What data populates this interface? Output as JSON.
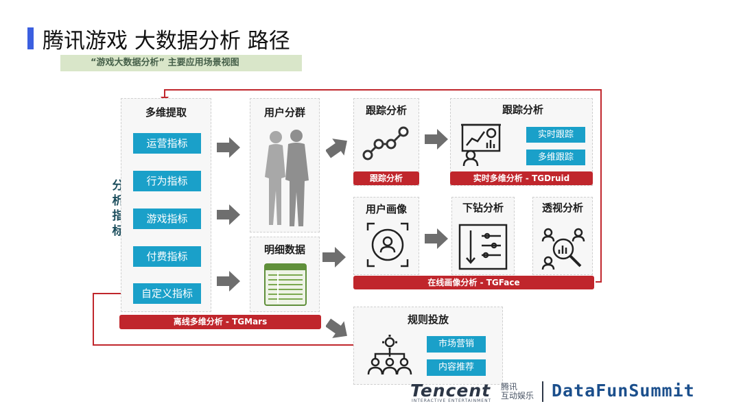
{
  "header": {
    "title": "腾讯游戏 大数据分析 路径",
    "subtitle": "“游戏大数据分析”   主要应用场景视图"
  },
  "side_label": "分析指标",
  "metrics_panel": {
    "title": "多维提取",
    "items": [
      "运营指标",
      "行为指标",
      "游戏指标",
      "付费指标",
      "自定义指标"
    ]
  },
  "offline_bar": "离线多维分析 - TGMars",
  "user_group": {
    "title": "用户分群"
  },
  "detail_data": {
    "title": "明细数据"
  },
  "tracking_small": {
    "title": "跟踪分析",
    "bar": "跟踪分析"
  },
  "tracking_big": {
    "title": "跟踪分析",
    "buttons": [
      "实时跟踪",
      "多维跟踪"
    ],
    "bar": "实时多维分析 - TGDruid"
  },
  "portrait": {
    "title": "用户画像"
  },
  "drilldown": {
    "title": "下钻分析"
  },
  "perspective": {
    "title": "透视分析"
  },
  "online_bar": "在线画像分析 - TGFace",
  "rules": {
    "title": "规则投放",
    "buttons": [
      "市场营销",
      "内容推荐"
    ]
  },
  "footer": {
    "tencent": "Tencent",
    "tencent_sub": "INTERACTIVE ENTERTAINMENT",
    "tencent_cn_1": "腾讯",
    "tencent_cn_2": "互动娱乐",
    "datafun": "DataFunSummit"
  },
  "colors": {
    "accent_blue": "#1aa0c9",
    "bar_red": "#c0262c",
    "flow_line": "#c0262c",
    "arrow_gray": "#6e6e6e",
    "title_bar": "#3b5fe0"
  }
}
